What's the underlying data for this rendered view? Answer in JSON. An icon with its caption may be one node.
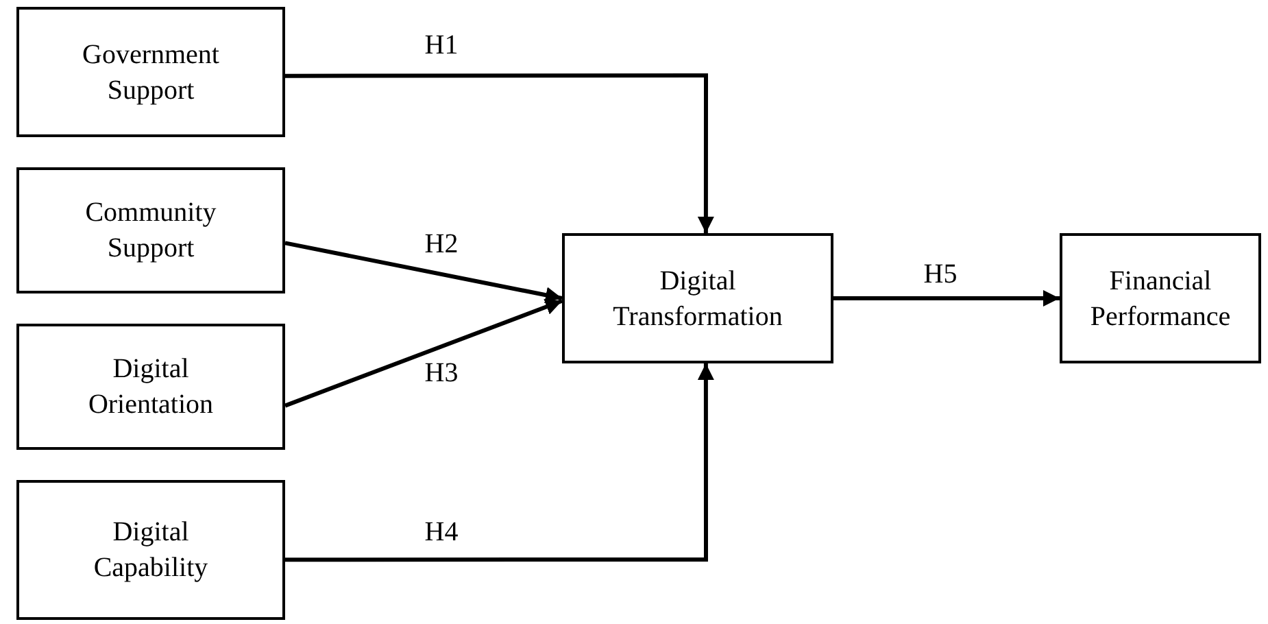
{
  "diagram": {
    "nodes": [
      {
        "text": [
          "Government Support"
        ]
      },
      {
        "text": [
          "Community Support"
        ]
      },
      {
        "text": [
          "Digital Orientation"
        ]
      },
      {
        "text": [
          "Digital Capability"
        ]
      },
      {
        "text": [
          "Digital Transformation"
        ]
      },
      {
        "text": [
          "Financial Performance"
        ]
      }
    ],
    "edges": [
      {
        "from": 0,
        "to": 4,
        "arrow": "to",
        "label": "H1"
      },
      {
        "from": 1,
        "to": 4,
        "arrow": "to",
        "label": "H2"
      },
      {
        "from": 2,
        "to": 4,
        "arrow": "to",
        "label": "H3"
      },
      {
        "from": 3,
        "to": 4,
        "arrow": "to",
        "label": "H4"
      },
      {
        "from": 4,
        "to": 5,
        "arrow": "to",
        "label": "H5"
      }
    ]
  }
}
